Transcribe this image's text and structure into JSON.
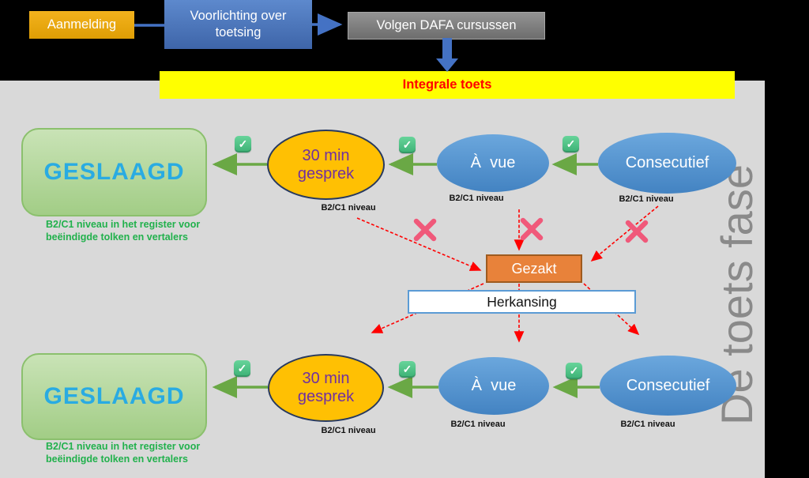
{
  "top_flow": {
    "step1": "Aanmelding",
    "step2": "Voorlichting over toetsing",
    "step3": "Volgen DAFA cursussen"
  },
  "banner": {
    "label": "Integrale toets"
  },
  "watermark": "De toets fase",
  "middle": {
    "failed": "Gezakt",
    "retry": "Herkansing"
  },
  "icons": {
    "check": "✓"
  },
  "rows": [
    {
      "passed": "GESLAAGD",
      "caption1": "B2/C1 niveau in het register voor",
      "caption2": "beëindigde tolken en vertalers",
      "oval1_line1": "30 min",
      "oval1_line2": "gesprek",
      "oval2": "À  vue",
      "oval3": "Consecutief",
      "level": "B2/C1 niveau"
    },
    {
      "passed": "GESLAAGD",
      "caption1": "B2/C1 niveau in het register voor",
      "caption2": "beëindigde tolken en vertalers",
      "oval1_line1": "30 min",
      "oval1_line2": "gesprek",
      "oval2": "À  vue",
      "oval3": "Consecutief",
      "level": "B2/C1 niveau"
    }
  ],
  "colors": {
    "accent_blue": "#4472c4",
    "accent_green": "#6aa845",
    "gold": "#ffc000",
    "light_blue": "#5b9bd5",
    "red": "#ff0000",
    "orange": "#ed7d31",
    "gray_bg": "#d9d9d9",
    "passed_text": "#29abe2",
    "caption_green": "#21b14c",
    "fail_x": "#f0597a",
    "watermark_gray": "#8a8a8a"
  }
}
